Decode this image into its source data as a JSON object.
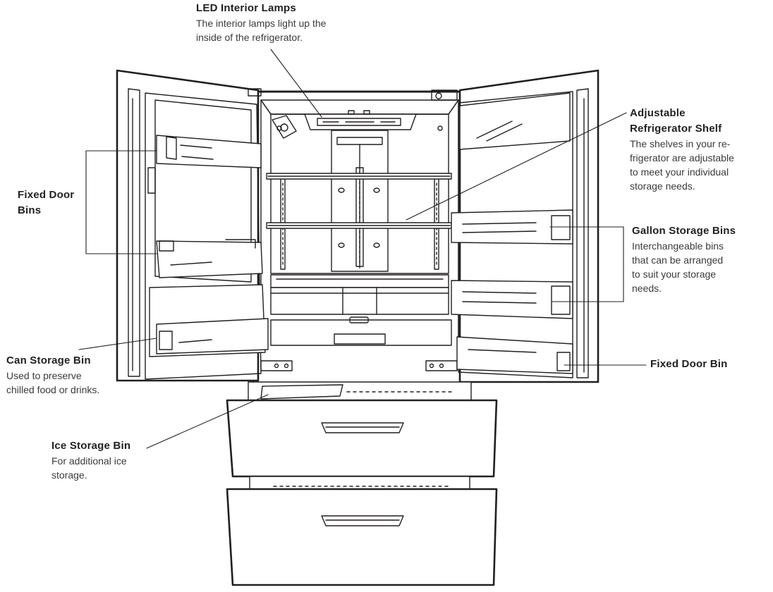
{
  "labels": {
    "led": {
      "title": "LED Interior Lamps",
      "desc": [
        "The interior lamps light up the",
        "inside of the refrigerator."
      ]
    },
    "shelf": {
      "title": [
        "Adjustable",
        "Refrigerator Shelf"
      ],
      "desc": [
        "The shelves in your re-",
        "frigerator are adjustable",
        "to meet your individual",
        "storage needs."
      ]
    },
    "fixed_bins": {
      "title": [
        "Fixed Door",
        "Bins"
      ]
    },
    "gallon": {
      "title": "Gallon Storage Bins",
      "desc": [
        "Interchangeable bins",
        "that can be arranged",
        "to suit your storage",
        "needs."
      ]
    },
    "fixed_bin": {
      "title": "Fixed Door Bin"
    },
    "can": {
      "title": "Can Storage Bin",
      "desc": [
        "Used to preserve",
        "chilled food or drinks."
      ]
    },
    "ice": {
      "title": "Ice Storage Bin",
      "desc": [
        "For additional ice",
        "storage."
      ]
    }
  },
  "colors": {
    "line": "#231f20",
    "fill": "#ffffff"
  }
}
